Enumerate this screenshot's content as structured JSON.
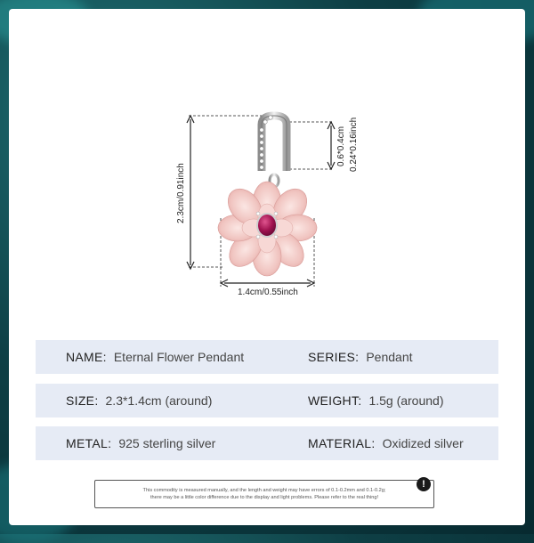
{
  "dimensions": {
    "height": "2.3cm/0.91inch",
    "bail_size": "0.6*0.4cm",
    "bail_size_inch": "0.24*0.16inch",
    "width": "1.4cm/0.55inch"
  },
  "specs": [
    {
      "left_label": "NAME:",
      "left_value": "Eternal Flower Pendant",
      "right_label": "SERIES:",
      "right_value": "Pendant"
    },
    {
      "left_label": "SIZE:",
      "left_value": "2.3*1.4cm (around)",
      "right_label": "WEIGHT:",
      "right_value": "1.5g (around)"
    },
    {
      "left_label": "METAL:",
      "left_value": "925 sterling silver",
      "right_label": "MATERIAL:",
      "right_value": "Oxidized silver"
    }
  ],
  "notice": {
    "line1": "This commodity is measured manually, and the length and weight may have errors of 0.1-0.2mm and 0.1-0.2g;",
    "line2": "there may be a little color difference due to the display and light problems. Please refer to the real thing!",
    "icon": "exclamation-icon"
  },
  "colors": {
    "row_bg": "#e6ebf5",
    "background_teal": "#0e3f45",
    "petal_pink": "#f2c7c4",
    "gem_magenta": "#a0124f"
  }
}
